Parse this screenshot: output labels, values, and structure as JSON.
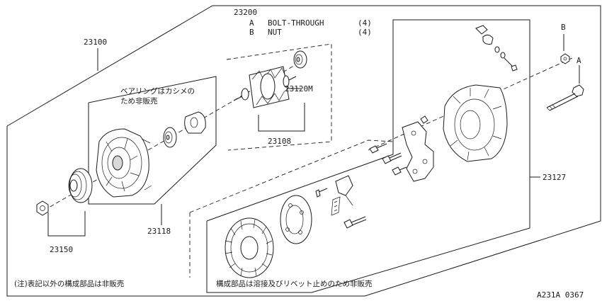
{
  "parts": {
    "alternator_assy": "23100",
    "bolt_kit": "23200",
    "rotor_shaft": "23120M",
    "rotor_group": "23108",
    "front_cover_group": "23118",
    "pulley_nut_group": "23150",
    "rear_cover_group": "23127"
  },
  "kit_items": [
    {
      "letter": "A",
      "name": "BOLT-THROUGH",
      "qty": "(4)"
    },
    {
      "letter": "B",
      "name": "NUT",
      "qty": "(4)"
    }
  ],
  "callouts": {
    "a": "A",
    "b": "B"
  },
  "notes": {
    "bearing_line1": "ベアリングはカシメの",
    "bearing_line2": "ため非販売",
    "components": "構成部品は溶接及びリベット止めのため非販売",
    "footnote": "(注)表記以外の構成部品は非販売"
  },
  "drawing_code": "A231A 0367"
}
